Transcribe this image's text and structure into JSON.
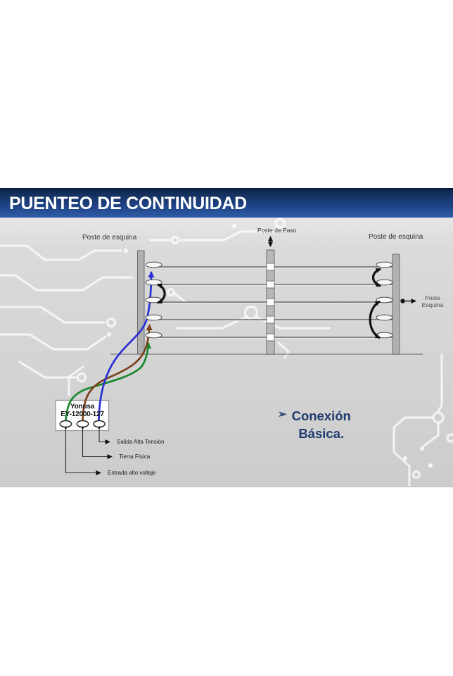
{
  "slide": {
    "title": "PUENTEO DE CONTINUIDAD"
  },
  "fence": {
    "left_post_label": "Poste de esquina",
    "middle_post_label": "Poste de Paso",
    "right_post_label": "Poste de esquina",
    "side_callout": {
      "line1": "Poste",
      "line2": "Esquina"
    },
    "wire_count": 5,
    "jumpers": [
      {
        "post": "left",
        "connects_wires": [
          2,
          3
        ]
      },
      {
        "post": "right",
        "connects_wires": [
          1,
          2
        ]
      },
      {
        "post": "right",
        "connects_wires": [
          3,
          5
        ]
      }
    ]
  },
  "energizer": {
    "brand": "Yonusa",
    "model": "EY-12000-127",
    "terminals": [
      {
        "position": "left",
        "label": "Entrada alto voltaje",
        "cable": "green",
        "cable_color": "#17872b"
      },
      {
        "position": "middle",
        "label": "Tierra Física",
        "cable": "brown",
        "cable_color": "#7a431b"
      },
      {
        "position": "right",
        "label": "Salida Alta Tensión",
        "cable": "blue",
        "cable_color": "#2a30d4"
      }
    ]
  },
  "note": {
    "bullet": "➢",
    "line1": "Conexión",
    "line2": "Básica."
  },
  "colors": {
    "title_bar_top": "#122e5b",
    "title_bar_bottom": "#2f5ca7",
    "title_text": "#ffffff",
    "slide_bg": "#d4d4d4",
    "circuit_trace": "#f2f2f2",
    "note_text": "#1f3a6d",
    "jumper": "#111111",
    "post_fill": "#b0b0b0",
    "wire": "#6a6a6a"
  }
}
